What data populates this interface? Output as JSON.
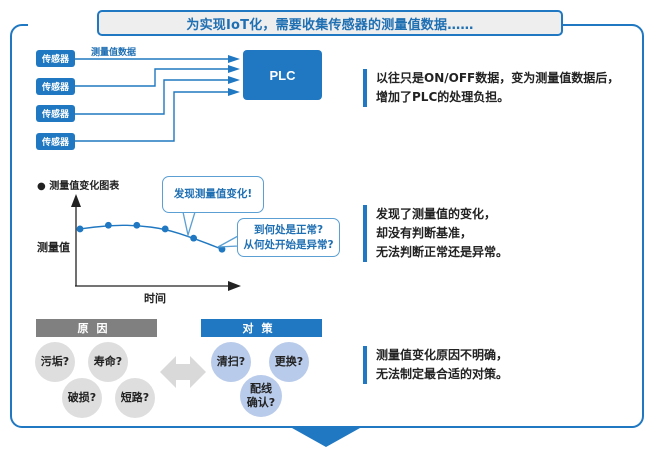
{
  "title": "为实现IoT化，需要收集传感器的测量值数据……",
  "colors": {
    "accent": "#1f78c1",
    "title_bg": "#eeeeee",
    "cause_header": "#808080",
    "cause_circle": "#dedede",
    "fix_circle": "#b9cbea",
    "arrow_gray": "#d9d9d9"
  },
  "section1": {
    "data_label": "测量值数据",
    "sensors": [
      "传感器",
      "传感器",
      "传感器",
      "传感器"
    ],
    "plc_label": "PLC",
    "note": [
      "以往只是ON/OFF数据，变为测量值数据后，",
      "增加了PLC的处理负担。"
    ]
  },
  "section2": {
    "chart_title": "● 测量值变化图表",
    "y_label": "测量值",
    "x_label": "时间",
    "bubble1": "发现测量值变化!",
    "bubble2": [
      "到何处是正常?",
      "从何处开始是异常?"
    ],
    "note": [
      "发现了测量值的变化，",
      "却没有判断基准，",
      "无法判断正常还是异常。"
    ]
  },
  "chart_data": {
    "type": "line",
    "title": "测量值变化图表",
    "xlabel": "时间",
    "ylabel": "测量值",
    "x": [
      1,
      2,
      3,
      4,
      5,
      6
    ],
    "series": [
      {
        "name": "测量值",
        "values": [
          0.62,
          0.66,
          0.66,
          0.62,
          0.52,
          0.4
        ]
      }
    ],
    "ylim": [
      0,
      1
    ],
    "grid": false
  },
  "section3": {
    "cause_header": "原因",
    "causes": [
      "污垢?",
      "寿命?",
      "破损?",
      "短路?"
    ],
    "fix_header": "对策",
    "fixes": [
      "清扫?",
      "更换?",
      "配线确认?"
    ],
    "fix3_lines": [
      "配线",
      "确认?"
    ],
    "note": [
      "测量值变化原因不明确，",
      "无法制定最合适的对策。"
    ]
  }
}
